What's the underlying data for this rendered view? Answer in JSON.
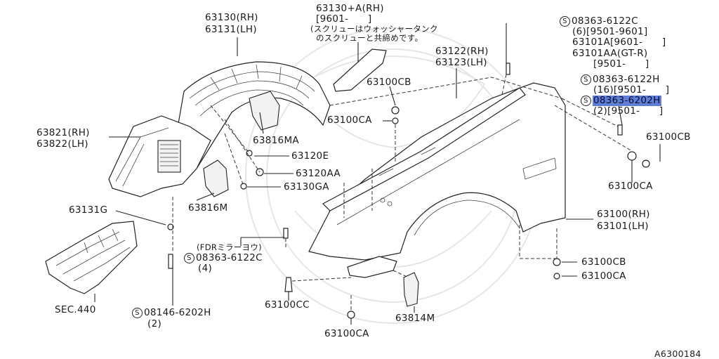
{
  "diagram": {
    "ref_code": "A6300184",
    "labels": {
      "p63130_rh": "63130(RH)",
      "p63131_lh": "63131(LH)",
      "p63130a_rh": "63130+A(RH)",
      "p63130a_date": "[9601-      ]",
      "p63130a_note1": "(スクリューはウォッシャータンク",
      "p63130a_note2": "のスクリューと共締めです。",
      "s08363_6122c_top": "08363-6122C",
      "s08363_6122c_top_qty": "(6)[9501-9601]",
      "p63101a": "63101A[9601-      ]",
      "p63101aa": "63101AA(GT-R)",
      "p63101aa_date": "[9501-      ]",
      "s08363_6122h": "08363-6122H",
      "s08363_6122h_qty": "(16)[9501-      ]",
      "s08363_6202h": "08363-6202H",
      "s08363_6202h_qty": "(2)[9501-      ]",
      "p63122_rh": "63122(RH)",
      "p63123_lh": "63123(LH)",
      "p63100cb_top": "63100CB",
      "p63100ca_top": "63100CA",
      "p63816ma": "63816MA",
      "p63120e": "63120E",
      "p63120aa": "63120AA",
      "p63130ga": "63130GA",
      "p63821_rh": "63821(RH)",
      "p63822_lh": "63822(LH)",
      "p63816m": "63816M",
      "p63131g": "63131G",
      "p63100cb_right": "63100CB",
      "p63100ca_right": "63100CA",
      "p63100_rh": "63100(RH)",
      "p63101_lh": "63101(LH)",
      "fdr_mirror": "(FDRミラーヨウ)",
      "s08363_6122c_mid": "08363-6122C",
      "s08363_6122c_mid_qty": "(4)",
      "p63100cb_bottom": "63100CB",
      "p63100ca_bottom": "63100CA",
      "sec440": "SEC.440",
      "s08146_6202h": "08146-6202H",
      "s08146_6202h_qty": "(2)",
      "p63100cc": "63100CC",
      "p63814m": "63814M",
      "p63100ca_low": "63100CA",
      "s_mark": "S"
    },
    "highlight_color": "#5f7fd6"
  }
}
